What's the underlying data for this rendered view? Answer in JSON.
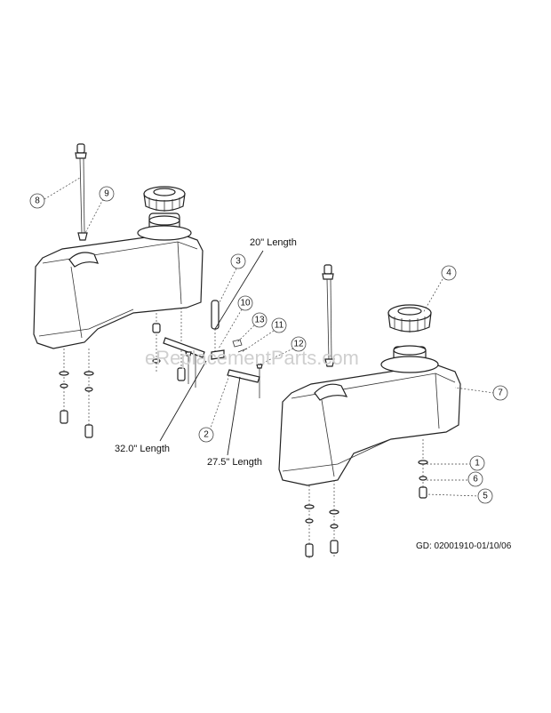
{
  "watermark": "eReplacementParts.com",
  "drawing_code": "GD: 02001910-01/10/06",
  "length_labels": {
    "l20": "20\" Length",
    "l32": "32.0\" Length",
    "l275": "27.5\" Length"
  },
  "callouts": {
    "c1": "1",
    "c2": "2",
    "c3": "3",
    "c4": "4",
    "c5": "5",
    "c6": "6",
    "c7": "7",
    "c8": "8",
    "c9": "9",
    "c10": "10",
    "c11": "11",
    "c12": "12",
    "c13": "13"
  }
}
